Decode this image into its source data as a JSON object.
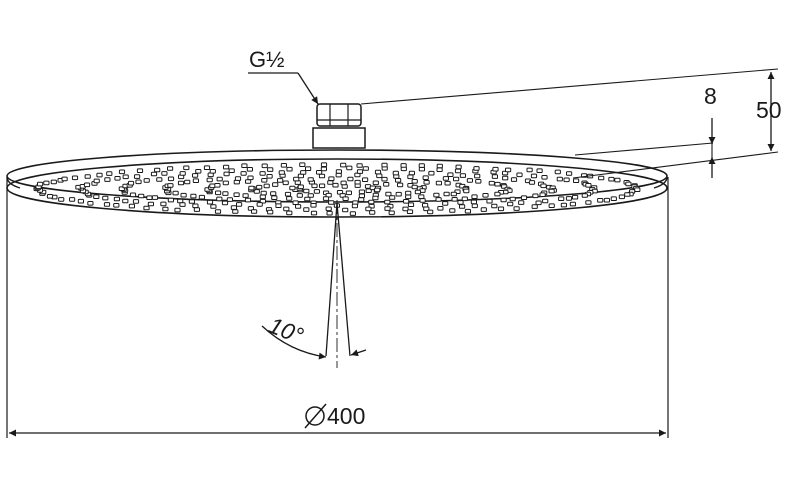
{
  "drawing": {
    "labels": {
      "thread": "G½",
      "rim_height": "8",
      "total_height": "50",
      "spray_angle": "10°",
      "diameter": "400",
      "diameter_symbol": "⌀"
    },
    "colors": {
      "line": "#1a1a1a",
      "background": "#ffffff"
    }
  }
}
